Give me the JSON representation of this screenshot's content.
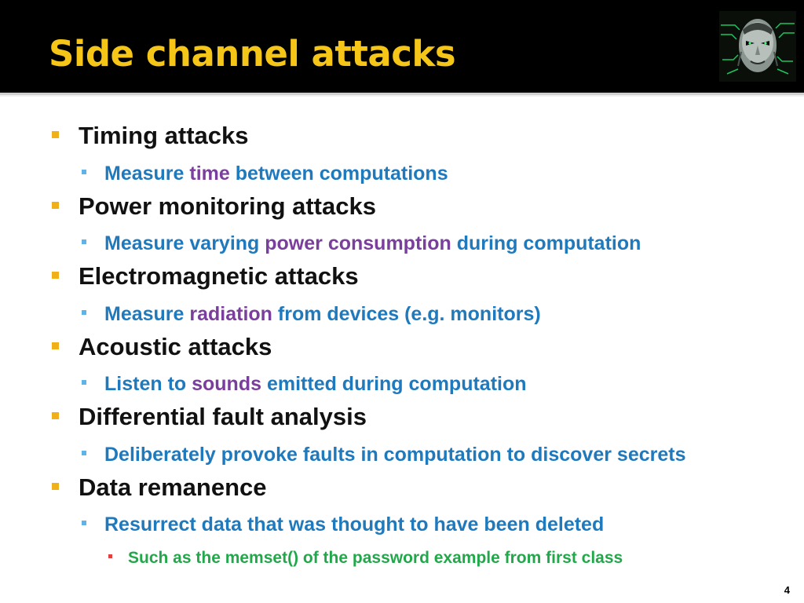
{
  "slide": {
    "title": "Side channel attacks",
    "page_number": "4",
    "colors": {
      "title": "#f5c518",
      "header_background": "#000000",
      "level1_text": "#111111",
      "level2_text": "#1f79bd",
      "highlight": "#7a3e9c",
      "level3_text": "#22a84a",
      "level1_bullet": "#f0b01a",
      "level2_bullet": "#5fb3e6",
      "level3_bullet": "#e04040"
    },
    "logo_icon": "cyber-face-portrait-icon"
  },
  "items": {
    "timing": {
      "label": "Timing attacks",
      "sub": {
        "pre": "Measure ",
        "hl": "time",
        "post": " between computations"
      }
    },
    "power": {
      "label": "Power monitoring attacks",
      "sub": {
        "pre": "Measure varying ",
        "hl": "power consumption",
        "post": " during computation"
      }
    },
    "em": {
      "label": "Electromagnetic attacks",
      "sub": {
        "pre": "Measure ",
        "hl": "radiation",
        "post": " from devices (e.g. monitors)"
      }
    },
    "acoustic": {
      "label": "Acoustic attacks",
      "sub": {
        "pre": "Listen to ",
        "hl": "sounds",
        "post": " emitted during computation"
      }
    },
    "dfa": {
      "label": "Differential fault analysis",
      "sub": {
        "text": "Deliberately provoke faults in computation to discover secrets"
      }
    },
    "remanence": {
      "label": "Data remanence",
      "sub": {
        "text": "Resurrect data that was thought to have been deleted"
      },
      "subsub": {
        "text": "Such as the memset() of the password example from first class"
      }
    }
  }
}
